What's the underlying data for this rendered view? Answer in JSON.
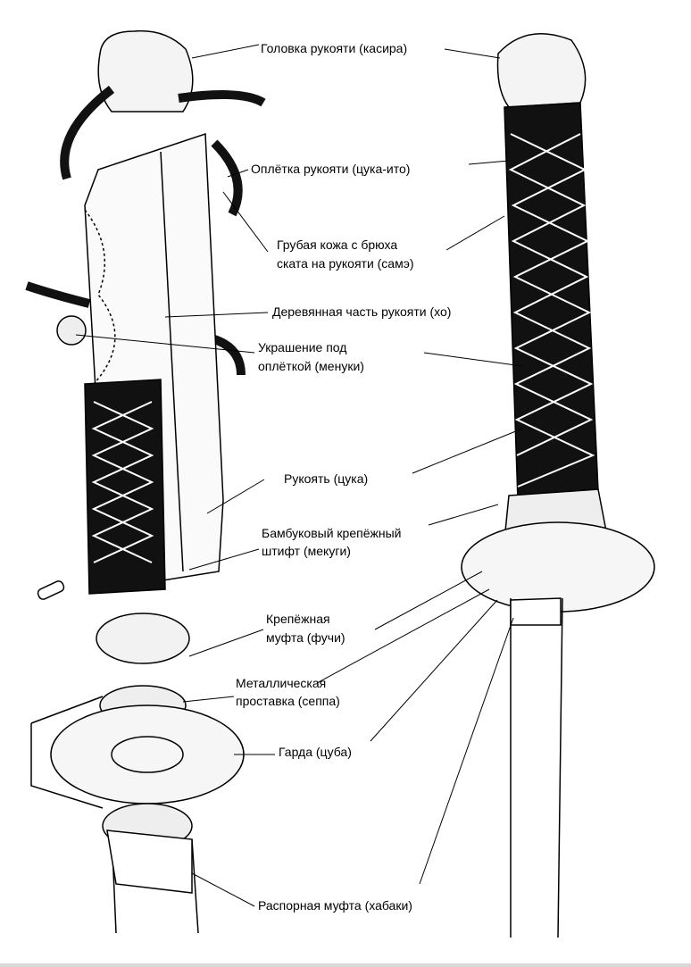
{
  "labels": {
    "kashira": "Головка рукояти (касира)",
    "tsuka_ito": "Оплётка рукояти (цука-ито)",
    "same_1": "Грубая кожа с брюха",
    "same_2": "ската на рукояти (самэ)",
    "ho": "Деревянная часть рукояти (хо)",
    "menuki_1": "Украшение под",
    "menuki_2": "оплёткой (менуки)",
    "tsuka": "Рукоять (цука)",
    "mekugi_1": "Бамбуковый крепёжный",
    "mekugi_2": "штифт (мекуги)",
    "fuchi_1": "Крепёжная",
    "fuchi_2": "муфта (фучи)",
    "seppa_1": "Металлическая",
    "seppa_2": "проставка (сеппа)",
    "tsuba": "Гарда (цуба)",
    "habaki": "Распорная муфта (хабаки)"
  },
  "colors": {
    "ink": "#000000",
    "paper": "#ffffff"
  }
}
